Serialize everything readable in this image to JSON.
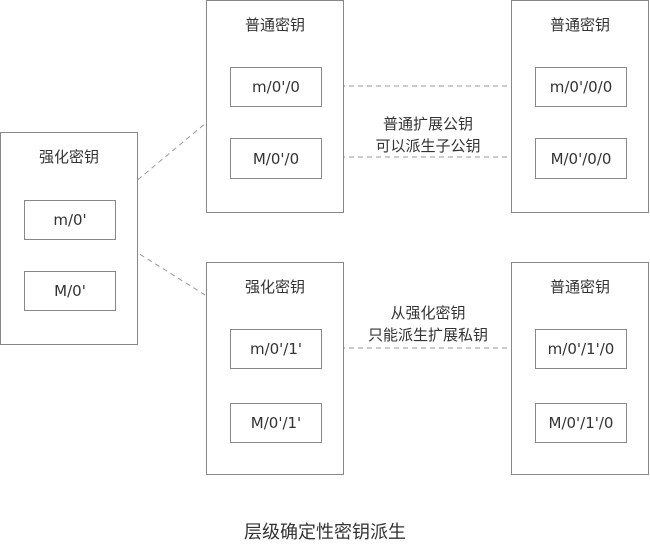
{
  "caption": "层级确定性密钥派生",
  "root": {
    "title": "强化密钥",
    "keys": [
      "m/0'",
      "M/0'"
    ]
  },
  "child_normal": {
    "title": "普通密钥",
    "keys": [
      "m/0'/0",
      "M/0'/0"
    ]
  },
  "child_hardened": {
    "title": "强化密钥",
    "keys": [
      "m/0'/1'",
      "M/0'/1'"
    ]
  },
  "grandchild_normal_a": {
    "title": "普通密钥",
    "keys": [
      "m/0'/0/0",
      "M/0'/0/0"
    ]
  },
  "grandchild_normal_b": {
    "title": "普通密钥",
    "keys": [
      "m/0'/1'/0",
      "M/0'/1'/0"
    ]
  },
  "notes": {
    "public_derivation": [
      "普通扩展公钥",
      "可以派生子公钥"
    ],
    "private_only": [
      "从强化密钥",
      "只能派生扩展私钥"
    ]
  },
  "colors": {
    "border": "#888888",
    "arrow": "#999999",
    "text": "#333333"
  }
}
